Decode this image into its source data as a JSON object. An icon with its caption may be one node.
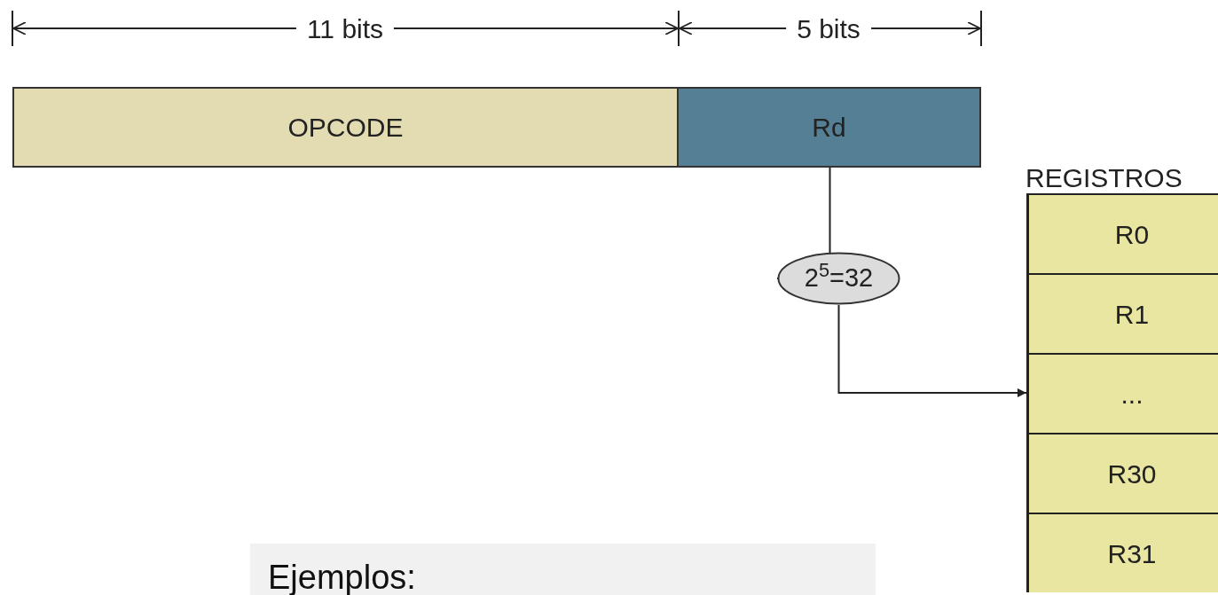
{
  "diagram": {
    "nodes": [
      {
        "text": [
          "OPCODE"
        ]
      },
      {
        "text": [
          "Rd"
        ]
      },
      {
        "text": [
          "2$^{5}$=32"
        ]
      },
      {
        "text": [
          "REGISTROS"
        ]
      },
      {
        "text": [
          "R0"
        ],
        "in": 3
      },
      {
        "text": [
          "R1"
        ],
        "in": 3
      },
      {
        "text": [
          "..."
        ],
        "in": 3
      },
      {
        "text": [
          "R30"
        ],
        "in": 3
      },
      {
        "text": [
          "R31"
        ],
        "in": 3
      },
      {
        "text": [
          "Ejemplos:"
        ]
      }
    ],
    "edges": [
      {
        "from": 1,
        "to": 2,
        "arrow": "none"
      },
      {
        "from": 2,
        "to": 6,
        "arrow": "to"
      }
    ],
    "labels": [
      "11 bits",
      "5 bits"
    ]
  }
}
